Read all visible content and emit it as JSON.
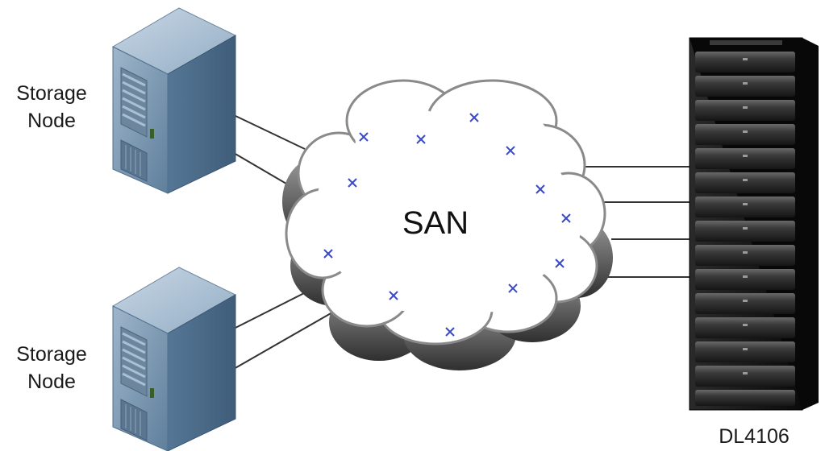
{
  "nodes": [
    {
      "label_line1": "Storage",
      "label_line2": "Node"
    },
    {
      "label_line1": "Storage",
      "label_line2": "Node"
    }
  ],
  "network": {
    "label": "SAN"
  },
  "storage_array": {
    "label": "DL4106"
  },
  "colors": {
    "server_side": "#4e6f8e",
    "server_front": "#7e9bb6",
    "server_top": "#a9c0d4",
    "cloud_outline": "#555555",
    "switch_marker": "#3b4bc8",
    "rack_body": "#121212",
    "link_line": "#333333"
  }
}
